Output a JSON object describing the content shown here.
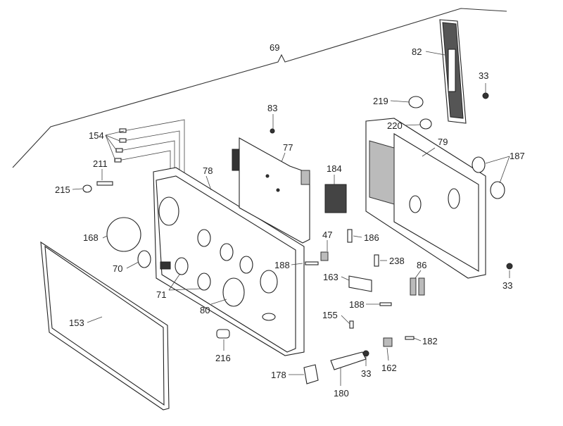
{
  "diagram": {
    "callouts": [
      {
        "id": "69",
        "label": "69"
      },
      {
        "id": "82",
        "label": "82"
      },
      {
        "id": "33a",
        "label": "33"
      },
      {
        "id": "83",
        "label": "83"
      },
      {
        "id": "219",
        "label": "219"
      },
      {
        "id": "220",
        "label": "220"
      },
      {
        "id": "154",
        "label": "154"
      },
      {
        "id": "79",
        "label": "79"
      },
      {
        "id": "77",
        "label": "77"
      },
      {
        "id": "187",
        "label": "187"
      },
      {
        "id": "211",
        "label": "211"
      },
      {
        "id": "184",
        "label": "184"
      },
      {
        "id": "78",
        "label": "78"
      },
      {
        "id": "215",
        "label": "215"
      },
      {
        "id": "168",
        "label": "168"
      },
      {
        "id": "47",
        "label": "47"
      },
      {
        "id": "186",
        "label": "186"
      },
      {
        "id": "70",
        "label": "70"
      },
      {
        "id": "188a",
        "label": "188"
      },
      {
        "id": "238",
        "label": "238"
      },
      {
        "id": "86",
        "label": "86"
      },
      {
        "id": "163",
        "label": "163"
      },
      {
        "id": "71",
        "label": "71"
      },
      {
        "id": "33b",
        "label": "33"
      },
      {
        "id": "188b",
        "label": "188"
      },
      {
        "id": "80",
        "label": "80"
      },
      {
        "id": "153",
        "label": "153"
      },
      {
        "id": "155",
        "label": "155"
      },
      {
        "id": "182",
        "label": "182"
      },
      {
        "id": "216",
        "label": "216"
      },
      {
        "id": "162",
        "label": "162"
      },
      {
        "id": "178",
        "label": "178"
      },
      {
        "id": "33c",
        "label": "33"
      },
      {
        "id": "180",
        "label": "180"
      }
    ]
  }
}
